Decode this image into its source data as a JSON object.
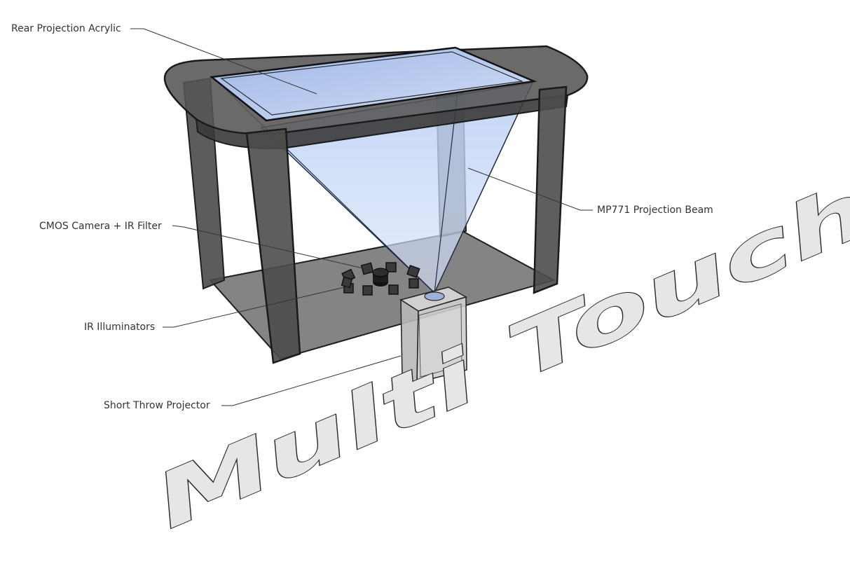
{
  "labels": {
    "rear_acrylic": "Rear Projection Acrylic",
    "projection_beam": "MP771 Projection Beam",
    "camera": "CMOS Camera + IR Filter",
    "illuminators": "IR Illuminators",
    "projector": "Short Throw Projector"
  },
  "title_text": "Multi Touch Table",
  "colors": {
    "frame": "#3a3a3a",
    "glass": "#b9cdf0",
    "beam": "#c8d8f6",
    "line": "#333333"
  }
}
